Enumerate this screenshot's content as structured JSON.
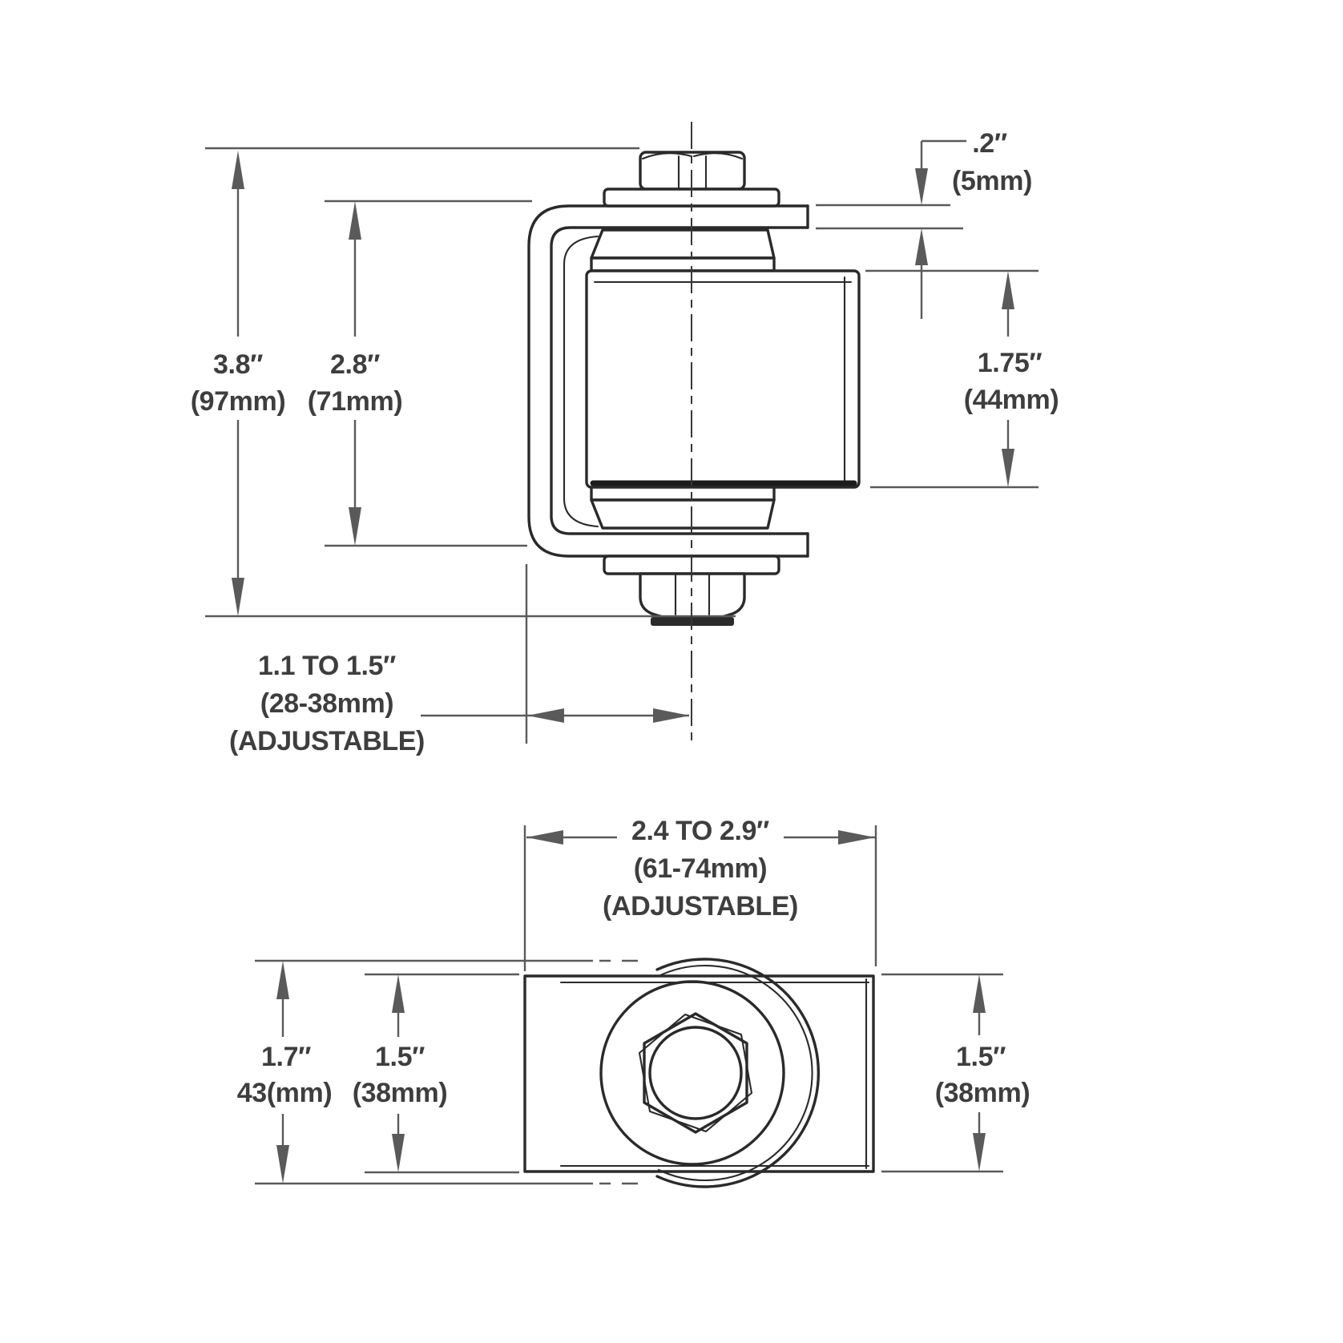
{
  "theme": {
    "background": "#ffffff",
    "line_color": "#2a2a2a",
    "dim_color": "#5a5a5a",
    "text_color": "#3e3e3e"
  },
  "side_view": {
    "overall_height": {
      "inches": "3.8″",
      "metric": "(97mm)"
    },
    "inner_height": {
      "inches": "2.8″",
      "metric": "(71mm)"
    },
    "plate_thickness": {
      "inches": ".2″",
      "metric": "(5mm)"
    },
    "roller_height": {
      "inches": "1.75″",
      "metric": "(44mm)"
    },
    "post_offset": {
      "inches": "1.1 TO 1.5″",
      "metric": "(28-38mm)",
      "note": "(ADJUSTABLE)"
    }
  },
  "plan_view": {
    "overall_width": {
      "inches": "2.4 TO 2.9″",
      "metric": "(61-74mm)",
      "note": "(ADJUSTABLE)"
    },
    "overall_depth": {
      "inches": "1.7″",
      "metric": "43(mm)"
    },
    "channel_depth": {
      "inches": "1.5″",
      "metric": "(38mm)"
    },
    "bracket_depth": {
      "inches": "1.5″",
      "metric": "(38mm)"
    }
  }
}
